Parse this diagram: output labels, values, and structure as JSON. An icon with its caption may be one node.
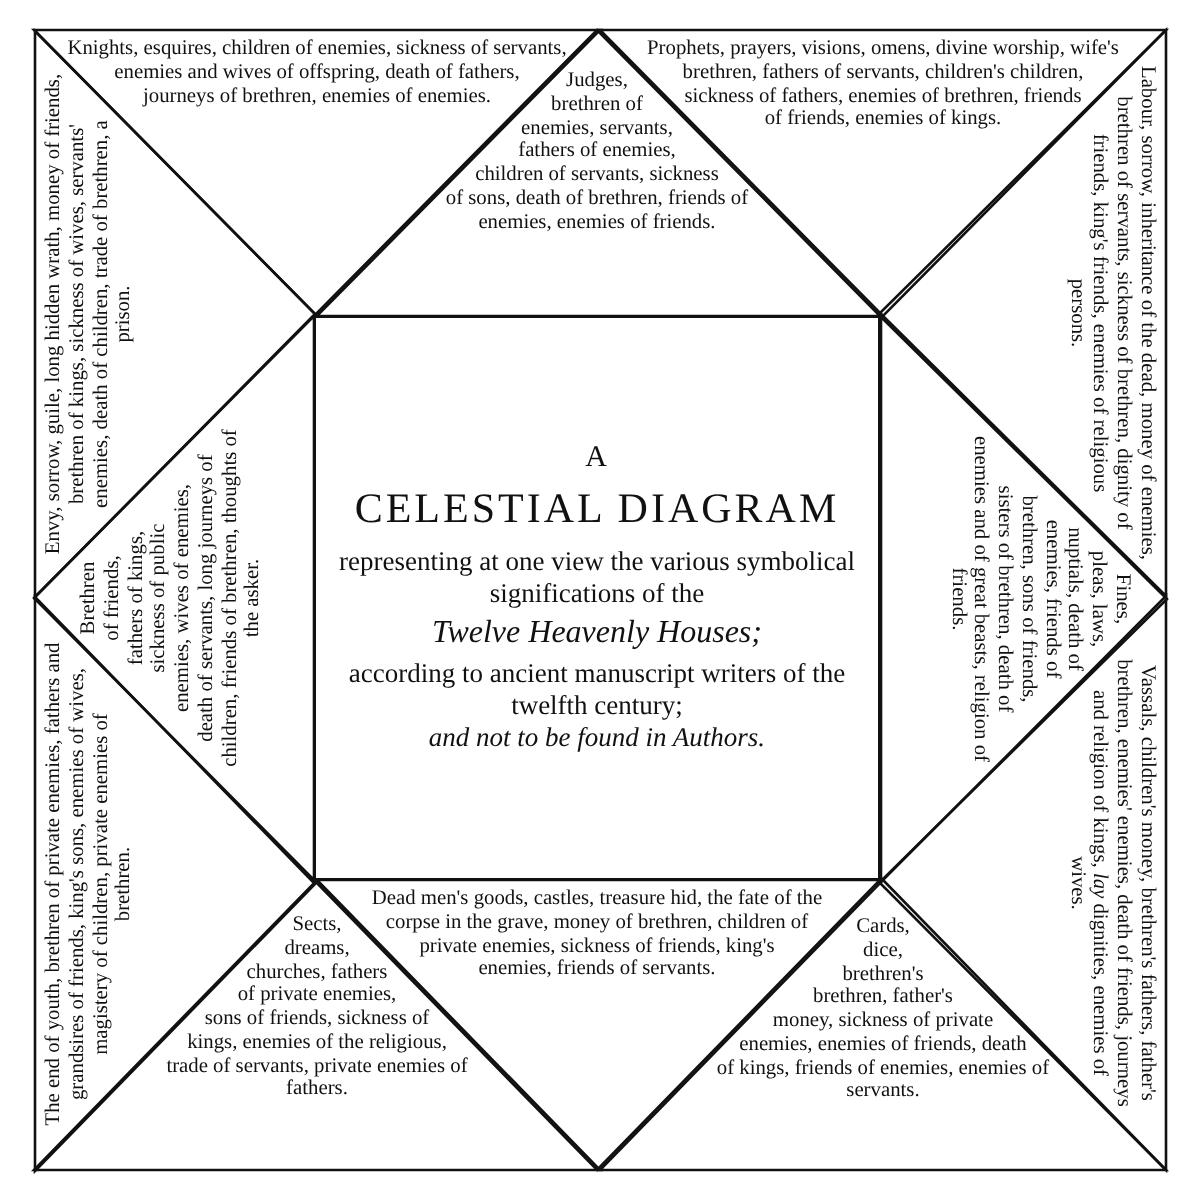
{
  "diagram": {
    "nodes": [
      {
        "text": [
          "Knights, esquires, children of enemies, sickness of servants, enemies and wives of offspring, death of fathers, journeys of brethren, enemies of enemies."
        ]
      },
      {
        "text": [
          "Judges, brethren of enemies, servants, fathers of enemies, children of servants, sickness of sons, death of brethren, friends of enemies, enemies of friends."
        ]
      },
      {
        "text": [
          "Prophets, prayers, visions, omens, divine worship, wife's brethren, fathers of servants, children's children, sickness of fathers, enemies of brethren, friends of friends, enemies of kings."
        ]
      },
      {
        "text": [
          "Envy, sorrow, guile, long hidden wrath, money of friends, brethren of kings, sickness of wives, servants' enemies, death of children, trade of brethren, a prison."
        ]
      },
      {
        "text": [
          "Brethren of friends, fathers of kings, sickness of public enemies, wives of enemies, death of servants, long journeys of children, friends of brethren, thoughts of the asker."
        ]
      },
      {
        "text": [
          "The end of youth, brethren of private enemies, fathers and grandsires of friends, king's sons, enemies of wives, magistery of children, private enemies of brethren."
        ]
      },
      {
        "text": [
          "A",
          "CELESTIAL DIAGRAM",
          "representing at one view the various symbolical significations of the",
          "Twelve Heavenly Houses;",
          "according to ancient manuscript writers of the twelfth century;",
          "and not to be found in Authors."
        ]
      },
      {
        "text": [
          "Labour, sorrow, inheritance of the dead, money of enemies, brethren of servants, sickness of brethren, dignity of friends, king's friends, enemies of religious persons."
        ]
      },
      {
        "text": [
          "Fines, pleas, laws, nuptials, death of enemies, friends of brethren, sons of friends, sisters of brethren, death of enemies and of great beasts, religion of friends."
        ]
      },
      {
        "text": [
          "Vassals, children's money, brethren's fathers, father's brethren, enemies' enemies, death of friends, journeys and religion of kings, *lay* dignities, enemies of wives."
        ]
      },
      {
        "text": [
          "Sects, dreams, churches, fathers of private enemies, sons of friends, sickness of kings, enemies of the religious, trade of servants, private enemies of fathers."
        ]
      },
      {
        "text": [
          "Dead men's goods, castles, treasure hid, the fate of the corpse in the grave, money of brethren, children of private enemies, sickness of friends, king's enemies, friends of servants."
        ]
      },
      {
        "text": [
          "Cards, dice, brethren's brethren, father's money, sickness of private enemies, enemies of friends, death of kings, friends of enemies, enemies of servants."
        ]
      }
    ]
  }
}
